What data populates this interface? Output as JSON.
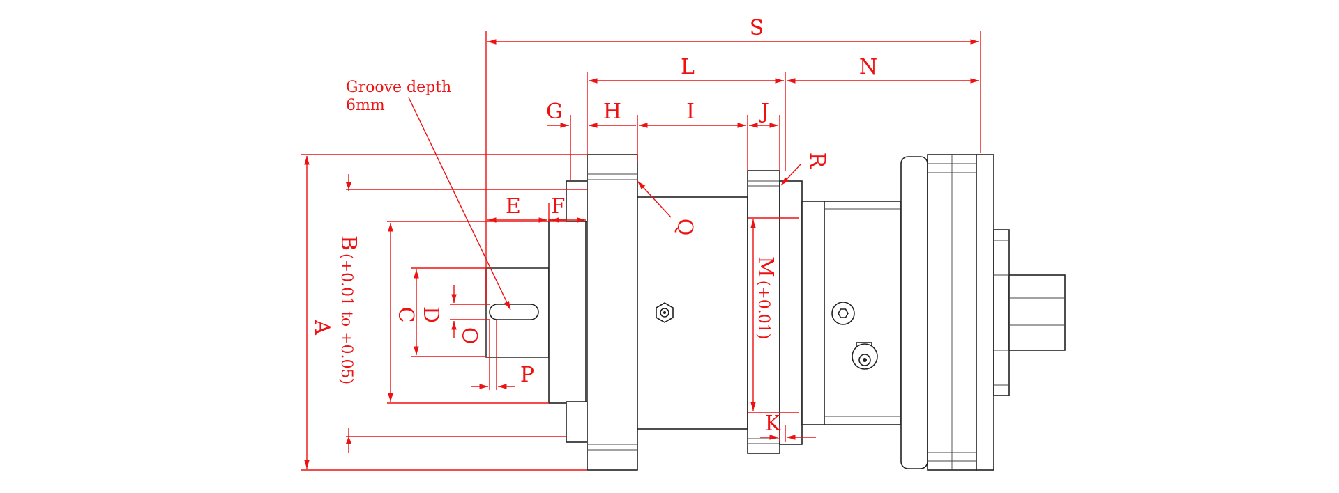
{
  "labels": {
    "S": "S",
    "L": "L",
    "N": "N",
    "G": "G",
    "H": "H",
    "I": "I",
    "J": "J",
    "R": "R",
    "E": "E",
    "F": "F",
    "Q": "Q",
    "A": "A",
    "B": "B",
    "B_tol": "(+0.01 to +0.05)",
    "C": "C",
    "D": "D",
    "O": "O",
    "P": "P",
    "M": "M",
    "M_tol": "(+0.01)",
    "K": "K"
  },
  "note": {
    "line1": "Groove depth",
    "line2": "6mm"
  },
  "colors": {
    "dimension": "#ee1111",
    "outline": "#222222",
    "background": "#ffffff"
  }
}
